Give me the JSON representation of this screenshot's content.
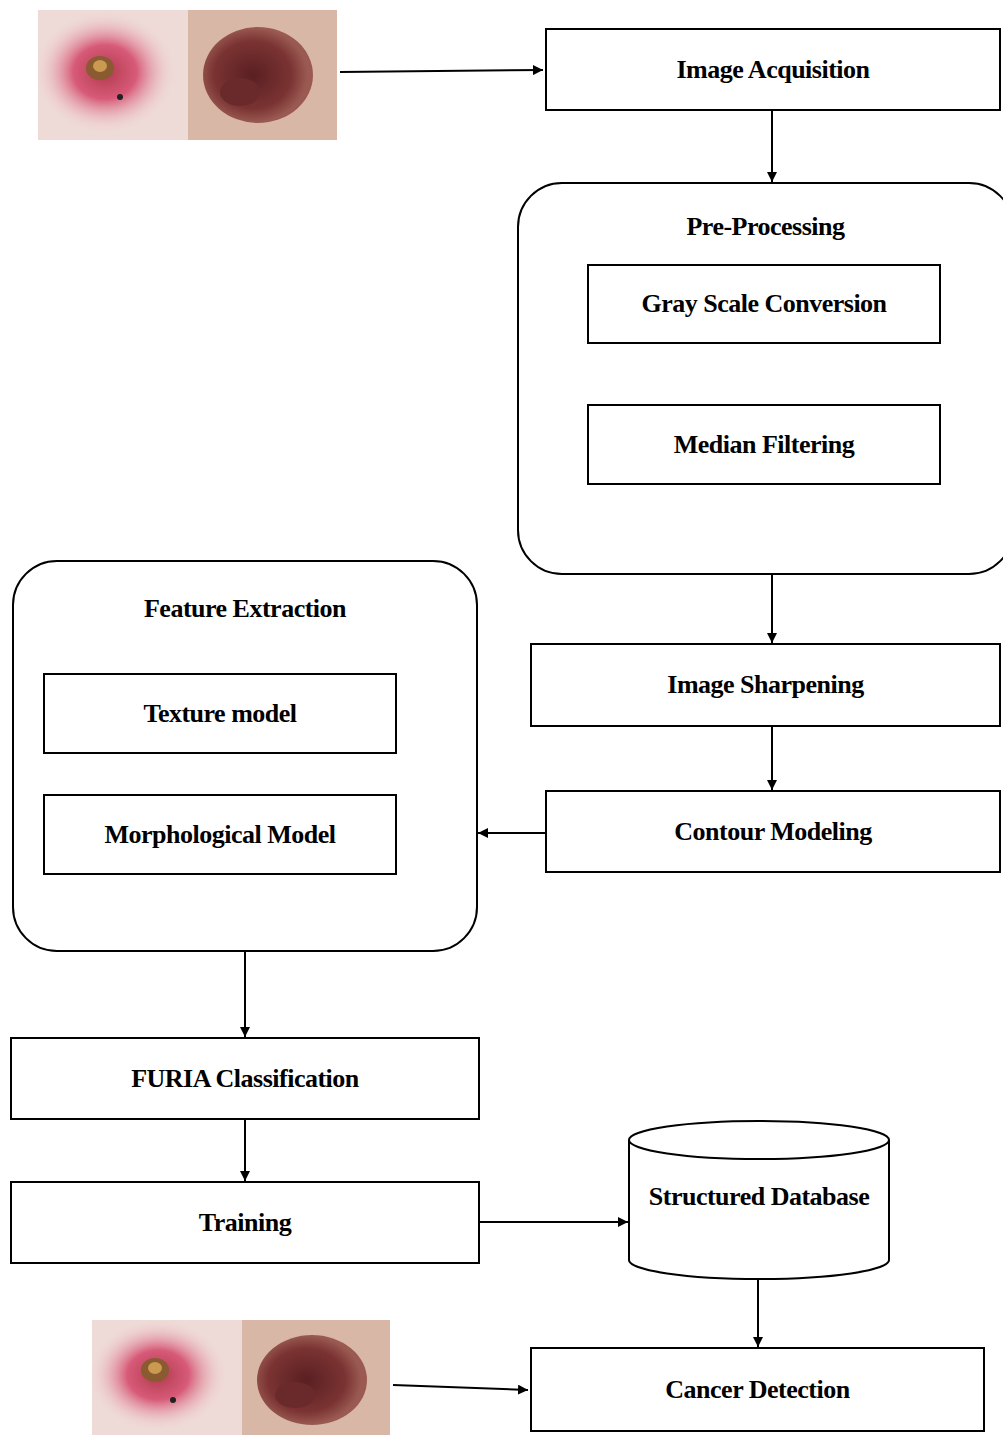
{
  "diagram": {
    "nodes": [
      {
        "text": [
          "Image Acquisition"
        ]
      },
      {
        "text": [
          "Pre-Processing"
        ]
      },
      {
        "text": [
          "Gray Scale Conversion"
        ],
        "in": 1
      },
      {
        "text": [
          "Median Filtering"
        ],
        "in": 1
      },
      {
        "text": [
          "Feature Extraction"
        ]
      },
      {
        "text": [
          "Texture model"
        ],
        "in": 4
      },
      {
        "text": [
          "Morphological Model"
        ],
        "in": 4
      },
      {
        "text": [
          "Image Sharpening"
        ]
      },
      {
        "text": [
          "Contour Modeling"
        ]
      },
      {
        "text": [
          "FURIA Classification"
        ]
      },
      {
        "text": [
          "Training"
        ]
      },
      {
        "text": [
          "Structured Database"
        ]
      },
      {
        "text": [
          "Cancer Detection"
        ]
      }
    ],
    "edges": [
      {
        "from": 0,
        "to": 1,
        "arrow": "to"
      },
      {
        "from": 1,
        "to": 7,
        "arrow": "to"
      },
      {
        "from": 7,
        "to": 8,
        "arrow": "to"
      },
      {
        "from": 8,
        "to": 4,
        "arrow": "to"
      },
      {
        "from": 4,
        "to": 9,
        "arrow": "to"
      },
      {
        "from": 9,
        "to": 10,
        "arrow": "to"
      },
      {
        "from": 10,
        "to": 11,
        "arrow": "to"
      },
      {
        "from": 11,
        "to": 12,
        "arrow": "to"
      }
    ]
  }
}
